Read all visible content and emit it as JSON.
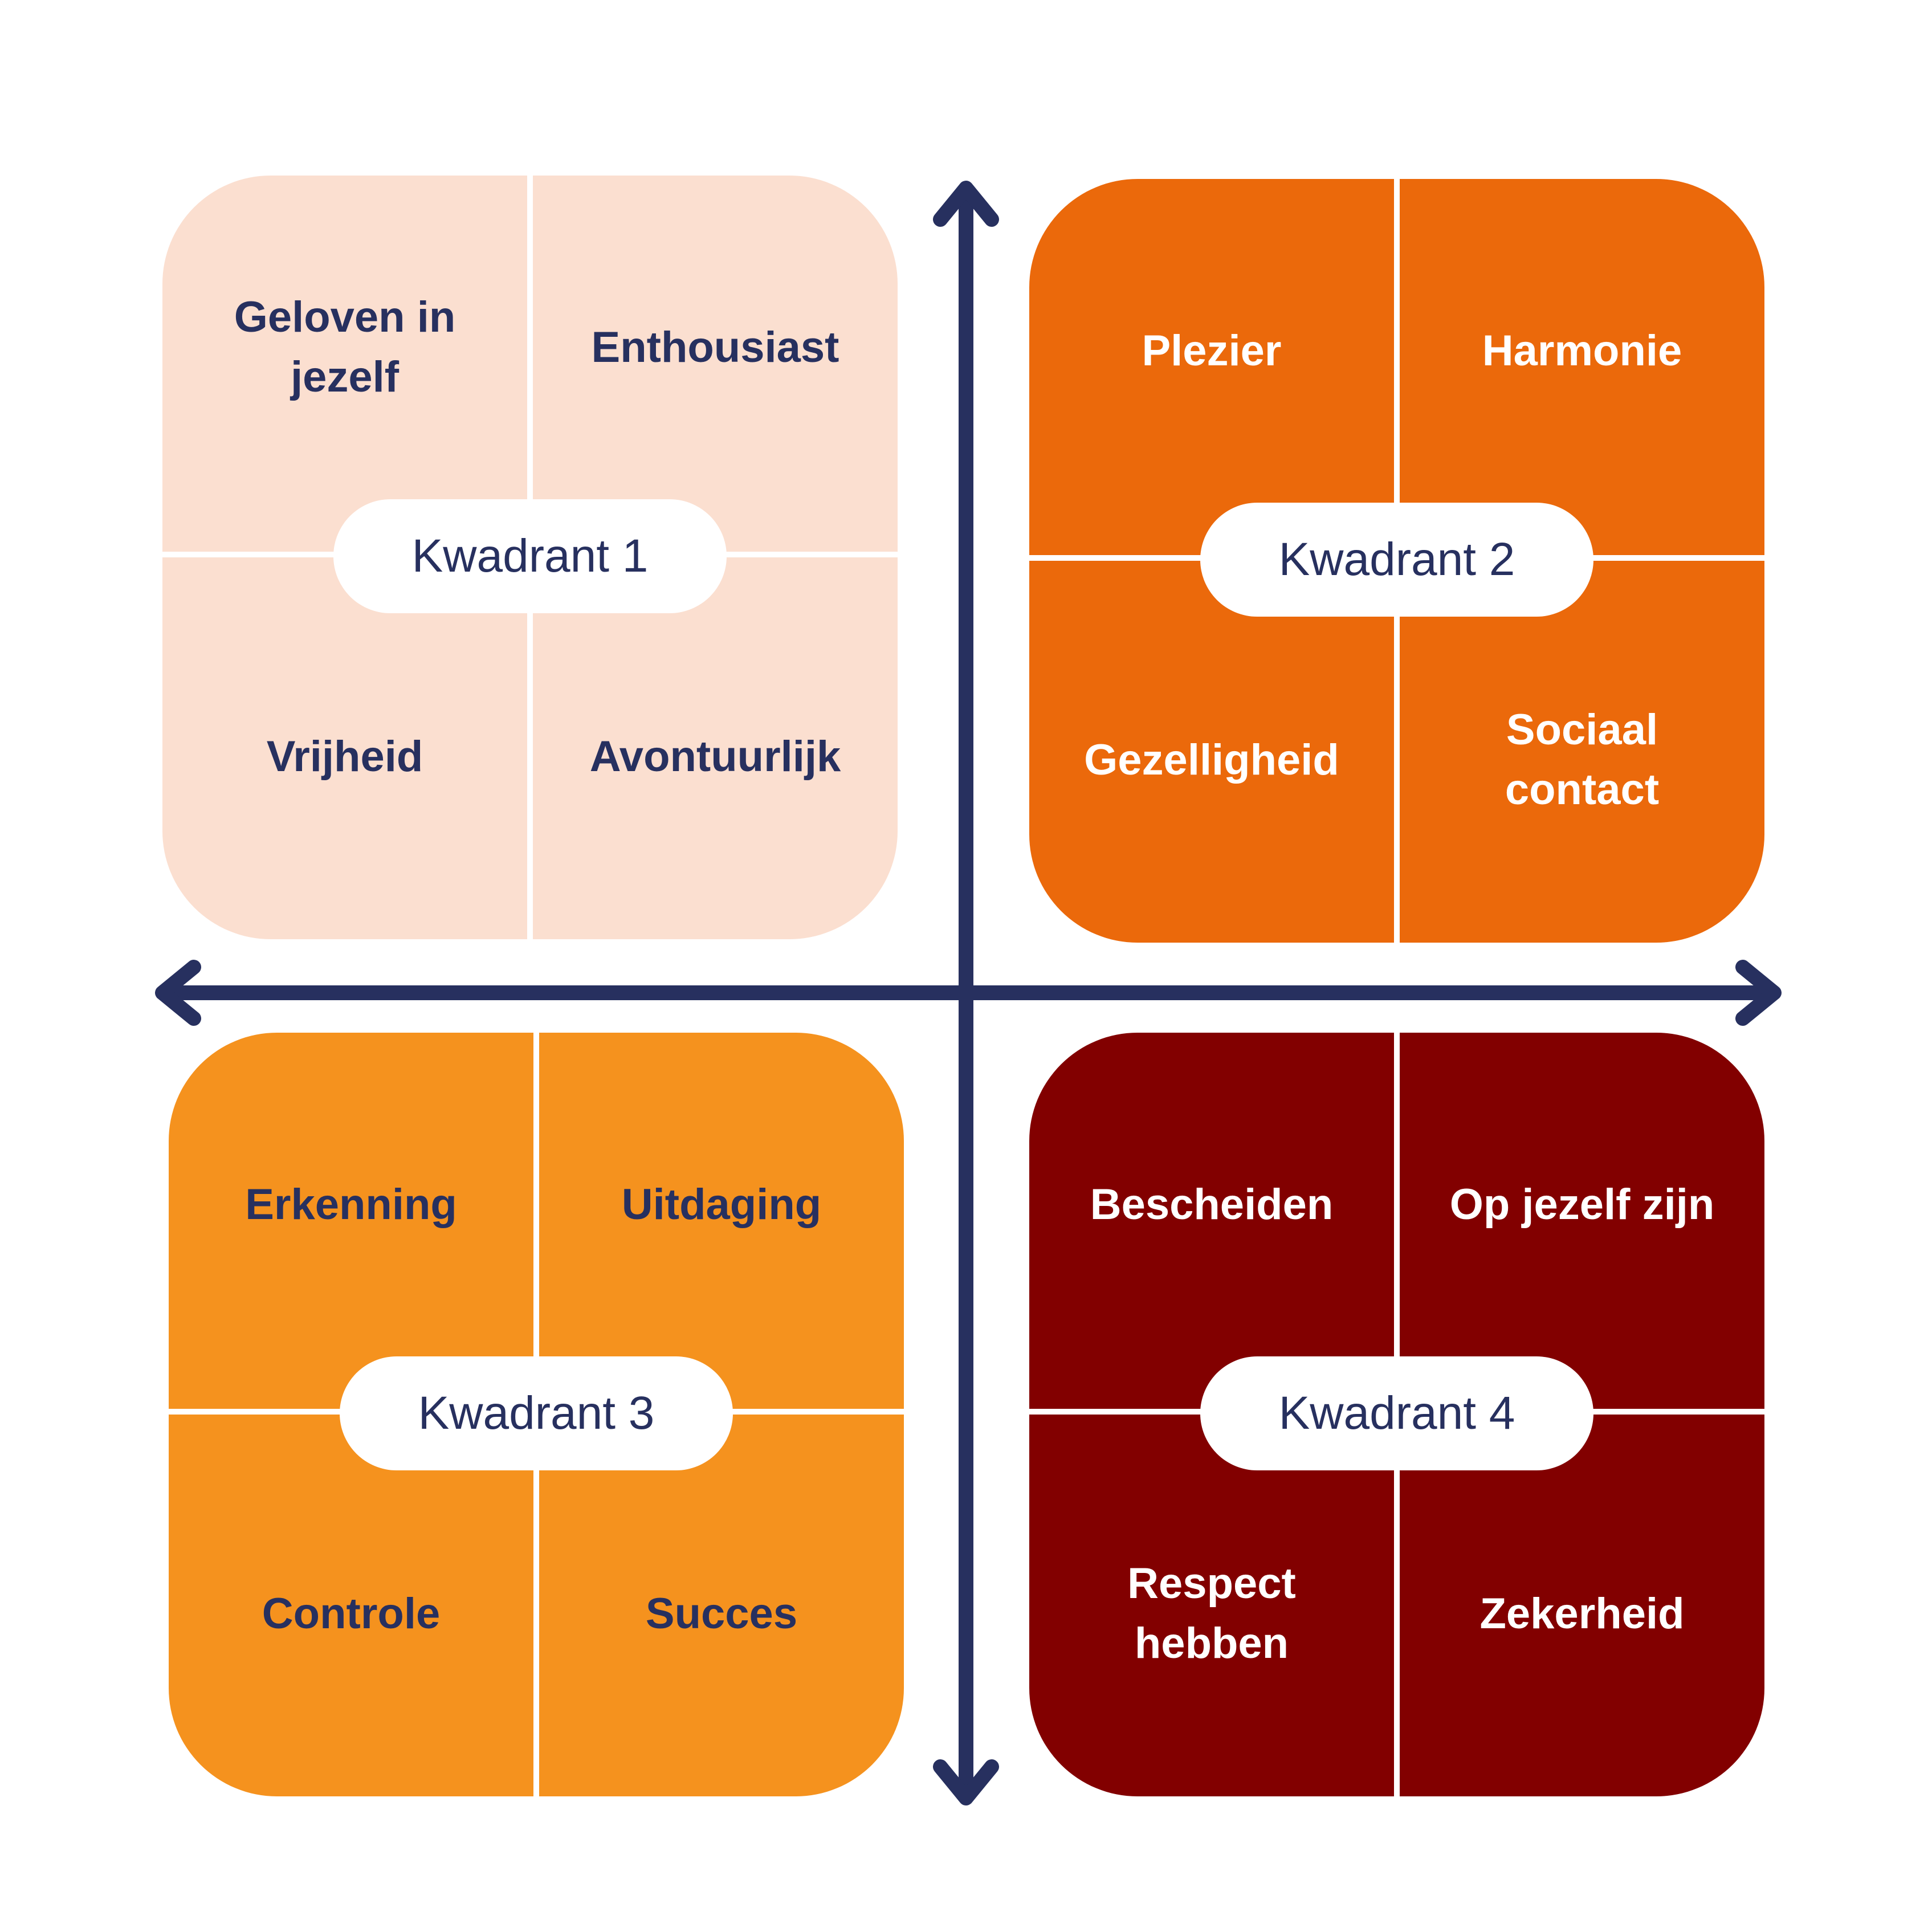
{
  "colors": {
    "axis": "#27305f",
    "text_dark": "#27305f",
    "text_light": "#ffffff",
    "pill": "#ffffff"
  },
  "quadrants": [
    {
      "label": "Kwadrant 1",
      "fill": "#fbdfd0",
      "text_color": "#27305f",
      "cells": [
        "Geloven in\njezelf",
        "Enthousiast",
        "Vrijheid",
        "Avontuurlijk"
      ]
    },
    {
      "label": "Kwadrant 2",
      "fill": "#eb690b",
      "text_color": "#ffffff",
      "cells": [
        "Plezier",
        "Harmonie",
        "Gezelligheid",
        "Sociaal\ncontact"
      ]
    },
    {
      "label": "Kwadrant 3",
      "fill": "#f5921e",
      "text_color": "#27305f",
      "cells": [
        "Erkenning",
        "Uitdaging",
        "Controle",
        "Succes"
      ]
    },
    {
      "label": "Kwadrant 4",
      "fill": "#820000",
      "text_color": "#ffffff",
      "cells": [
        "Bescheiden",
        "Op jezelf zijn",
        "Respect\nhebben",
        "Zekerheid"
      ]
    }
  ]
}
